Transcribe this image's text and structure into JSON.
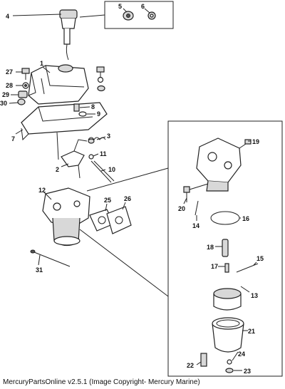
{
  "footer": "MercuryPartsOnline v2.5.1 (Image Copyright- Mercury Marine)",
  "callouts": {
    "c1": "1",
    "c2": "2",
    "c3": "3",
    "c4": "4",
    "c5": "5",
    "c6": "6",
    "c7": "7",
    "c8": "8",
    "c9": "9",
    "c10": "10",
    "c11": "11",
    "c12": "12",
    "c13": "13",
    "c14": "14",
    "c15": "15",
    "c16": "16",
    "c17": "17",
    "c18": "18",
    "c19": "19",
    "c20": "20",
    "c21": "21",
    "c22": "22",
    "c23": "23",
    "c24": "24",
    "c25": "25",
    "c26": "26",
    "c27": "27",
    "c28": "28",
    "c29": "29",
    "c30": "30",
    "c31": "31"
  }
}
